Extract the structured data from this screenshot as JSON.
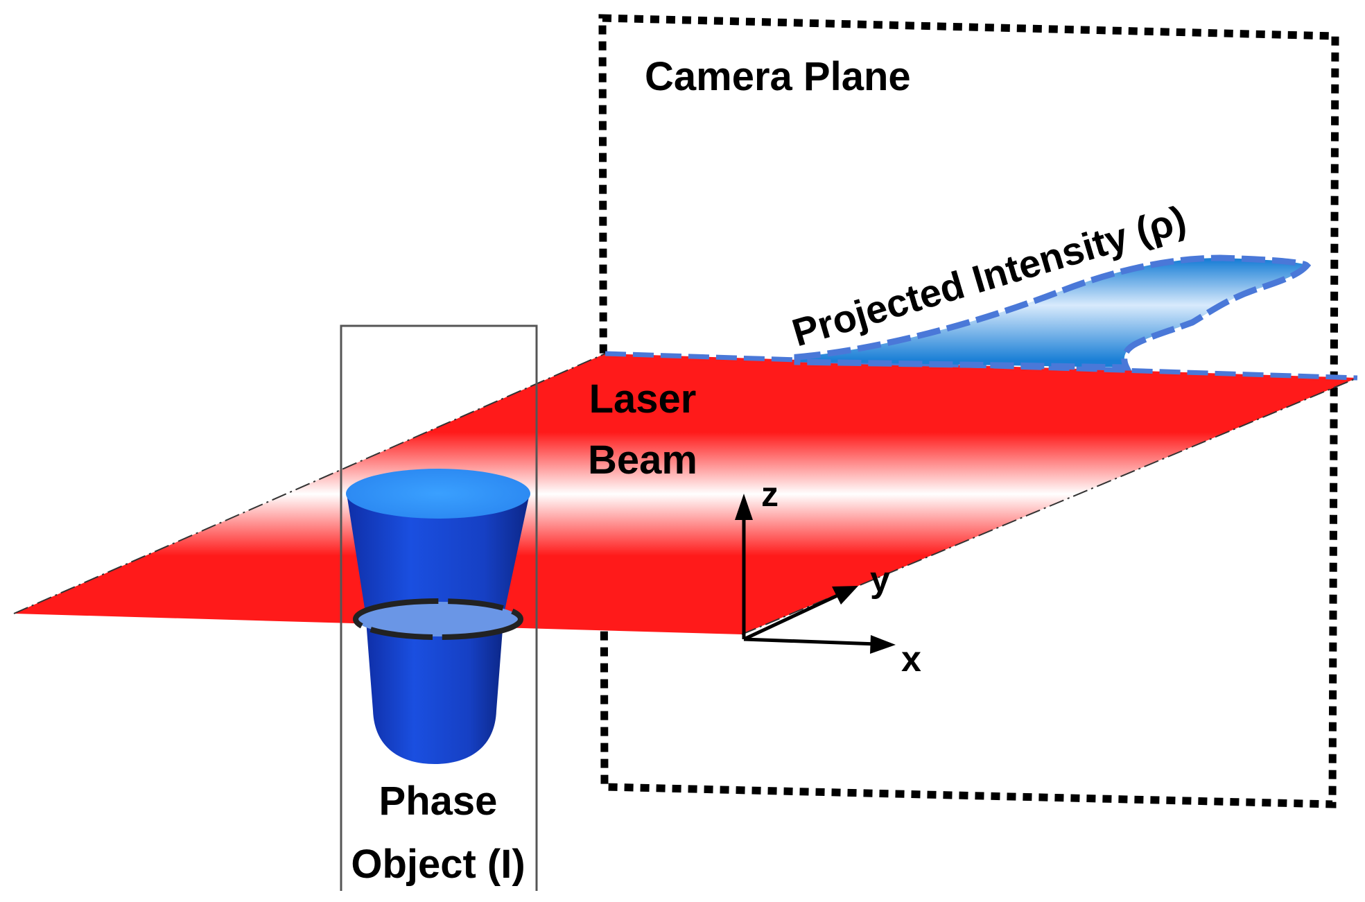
{
  "labels": {
    "camera_plane": "Camera Plane",
    "projected_intensity": "Projected Intensity (ρ)",
    "laser_beam_line1": "Laser",
    "laser_beam_line2": "Beam",
    "phase_object_line1": "Phase",
    "phase_object_line2": "Object (I)",
    "axis_x": "x",
    "axis_y": "y",
    "axis_z": "z"
  },
  "colors": {
    "laser_red": "#ff1a1a",
    "cylinder_blue": "#1a4fd6",
    "cylinder_top": "#3399ff",
    "slice_blue": "#6a96e6",
    "intensity_blue": "#1a7fd6",
    "frame": "#000000"
  }
}
